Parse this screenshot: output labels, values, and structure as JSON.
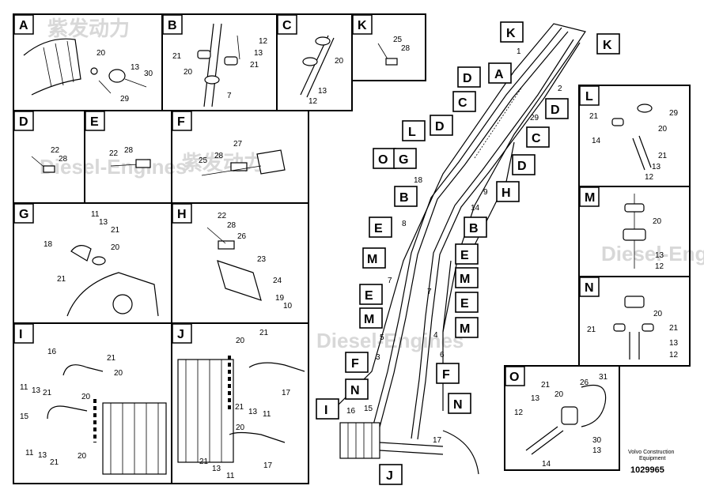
{
  "panels": [
    {
      "id": "A",
      "numbers": [
        "20",
        "13",
        "30",
        "29"
      ]
    },
    {
      "id": "B",
      "numbers": [
        "12",
        "13",
        "21",
        "21",
        "20",
        "7"
      ]
    },
    {
      "id": "C",
      "numbers": [
        "20",
        "13",
        "12"
      ]
    },
    {
      "id": "K",
      "numbers": [
        "25",
        "28"
      ]
    },
    {
      "id": "D",
      "numbers": [
        "22",
        "28"
      ]
    },
    {
      "id": "E",
      "numbers": [
        "22",
        "28"
      ]
    },
    {
      "id": "F",
      "numbers": [
        "27",
        "25",
        "28"
      ]
    },
    {
      "id": "G",
      "numbers": [
        "11",
        "13",
        "21",
        "20",
        "18",
        "21"
      ]
    },
    {
      "id": "H",
      "numbers": [
        "22",
        "28",
        "26",
        "23",
        "24",
        "19",
        "10"
      ]
    },
    {
      "id": "I",
      "numbers": [
        "16",
        "21",
        "20",
        "11",
        "13",
        "21",
        "15",
        "20",
        "11",
        "13",
        "21",
        "20"
      ]
    },
    {
      "id": "J",
      "numbers": [
        "20",
        "21",
        "17",
        "21",
        "13",
        "11",
        "20",
        "21",
        "13",
        "11",
        "17"
      ]
    },
    {
      "id": "L",
      "numbers": [
        "29",
        "21",
        "20",
        "14",
        "21",
        "13",
        "12"
      ]
    },
    {
      "id": "M",
      "numbers": [
        "20",
        "13",
        "12"
      ]
    },
    {
      "id": "N",
      "numbers": [
        "20",
        "21",
        "21",
        "13",
        "12"
      ]
    },
    {
      "id": "O",
      "numbers": [
        "21",
        "26",
        "31",
        "13",
        "20",
        "12",
        "30",
        "13",
        "14"
      ]
    }
  ],
  "callouts": [
    "K",
    "K",
    "A",
    "D",
    "D",
    "C",
    "C",
    "D",
    "L",
    "D",
    "O",
    "G",
    "D",
    "H",
    "B",
    "B",
    "E",
    "E",
    "M",
    "M",
    "E",
    "E",
    "M",
    "M",
    "F",
    "F",
    "N",
    "N",
    "I",
    "J"
  ],
  "main_numbers": [
    "1",
    "2",
    "29",
    "18",
    "9",
    "14",
    "8",
    "7",
    "7",
    "5",
    "4",
    "6",
    "3",
    "16",
    "15",
    "17"
  ],
  "footer": {
    "brand_line1": "Volvo Construction",
    "brand_line2": "Equipment",
    "doc_id": "1029965"
  },
  "watermark": {
    "cn": "紫发动力",
    "en": "Diesel-Engines"
  },
  "colors": {
    "line": "#000000",
    "background": "#ffffff",
    "watermark": "#d8d8d8"
  }
}
